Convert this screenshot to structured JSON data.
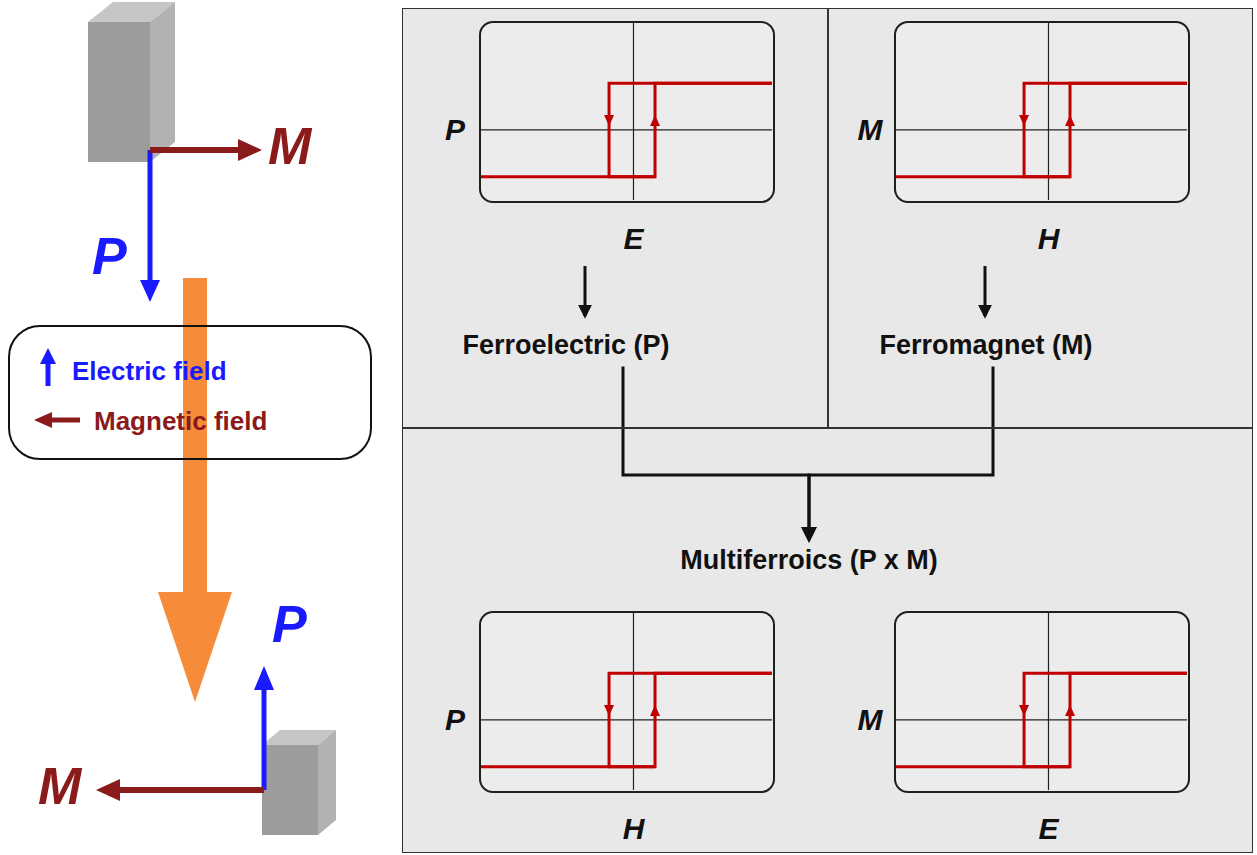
{
  "diagram": {
    "nodes": [
      {
        "text": [
          "Electric field",
          "Magnetic field"
        ]
      },
      {
        "text": [
          "Ferroelectric (P)"
        ]
      },
      {
        "text": [
          "P",
          "E"
        ],
        "in": 1
      },
      {
        "text": [
          "Ferromagnet (M)"
        ]
      },
      {
        "text": [
          "M",
          "H"
        ],
        "in": 3
      },
      {
        "text": [
          "Multiferroics (P x M)"
        ]
      },
      {
        "text": [
          "P",
          "H"
        ],
        "in": 5
      },
      {
        "text": [
          "M",
          "E"
        ],
        "in": 5
      }
    ],
    "edges": [
      {
        "from": 1,
        "to": 5,
        "arrow": "to"
      },
      {
        "from": 3,
        "to": 5,
        "arrow": "to"
      }
    ],
    "labels": [
      "M",
      "P",
      "P",
      "M"
    ]
  }
}
